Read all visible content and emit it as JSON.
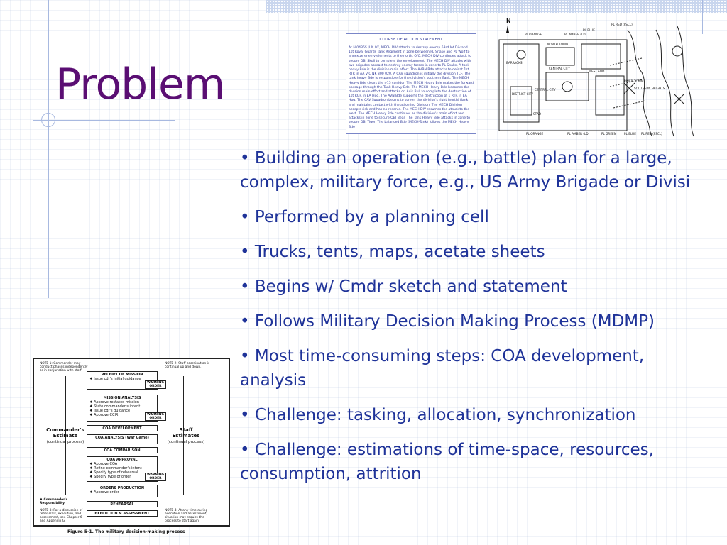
{
  "slide": {
    "title": "Problem",
    "accent_color": "#5a0e73",
    "text_color": "#1f3399"
  },
  "bullets": [
    {
      "lines": [
        "• Building an operation (e.g., battle) plan for a large,",
        "complex, military force, e.g., US Army Brigade or Divisi"
      ]
    },
    {
      "lines": [
        "• Performed by a planning cell"
      ]
    },
    {
      "lines": [
        "• Trucks, tents, maps, acetate sheets"
      ]
    },
    {
      "lines": [
        "• Begins w/ Cmdr sketch and statement"
      ]
    },
    {
      "lines": [
        "• Follows Military Decision Making Process (MDMP)"
      ]
    },
    {
      "lines": [
        "• Most time-consuming steps: COA development,",
        "analysis"
      ]
    },
    {
      "lines": [
        "• Challenge: tasking, allocation, synchronization"
      ]
    },
    {
      "lines": [
        "• Challenge: estimations of time-space, resources,",
        "consumption, attrition"
      ]
    }
  ],
  "coa_statement": {
    "title": "COURSE OF ACTION STATEMENT",
    "body": "At H 0435S JUN 9X, MECH DIV attacks to destroy enemy 63rd Inf Div and 1st Royal Guards Tank Regiment in zone between PL Snake and PL Wolf to annexize enemy elements to the north. O/O, MECH DIV continues attack to secure OBJ Skull to complete the envelopment. The MECH DIV attacks with two brigades abreast to destroy enemy forces in zone to PL Snake. A tank heavy Bde is the division main effort. The AVBN Bde attacks to defeat 1st RTR in AA VIC NK 300 020. A CAV squadron is initially the division TCF. The tank heavy Bde is responsible for the division's southern flank. The MECH Heavy Bde clears the r-15 corridor. The MECH Heavy Bde makes the forward passage through the Tank Heavy Bde. The MECH Heavy Bde becomes the division main effort and attacks on Axis Bull to complete the destruction of 1st RGR in EA Hog. The AVN Bde supports the destruction of 1 RTR in EA Hog. The CAV Squadron begins to screen the division's right (north) flank and maintains contact with the adjoining Division. The MECH Division accepts risk and has no reserve. The MECH DIV resumes the attack to the west. The MECH Heavy Bde continues as the division's main effort and attacks in zone to secure OBJ Bear. The Tank Heavy Bde attacks in zone to secure OBJ Tiger. The balanced Bde (MECH-Tank) follows the MECH Heavy Bde"
  },
  "map_sketch": {
    "north_label": "N",
    "labels": [
      "PL ORANGE",
      "PL AMBER (LD)",
      "PL BLUE",
      "PL RED (FSCL)",
      "NORTH TOWN",
      "BARRACKS",
      "WEST END",
      "CENTRAL CITY",
      "CENTRAL CITY",
      "DISTRICT CITY",
      "RIVER TOWN",
      "SOUTHERN HEIGHTS",
      "STAD",
      "PL ORANGE",
      "PL AMBER (LD)",
      "PL GREEN",
      "PL BLUE",
      "PL RED (FSCL)"
    ]
  },
  "mdmp_figure": {
    "note1": "NOTE 1: Commander may conduct phases independently or in conjunction with staff.",
    "note2": "NOTE 2: Staff coordination is continual up and down.",
    "note3": "NOTE 3: For a discussion of rehearsals, execution, and assessment, see Chapter 6 and Appendix G.",
    "note4": "NOTE 4: At any time during execution and assessment, situation may require the process to start again.",
    "left_title": "Commander's Estimate",
    "left_sub": "(continual process)",
    "right_title": "Staff Estimates",
    "right_sub": "(continual process)",
    "responsibility": "♦ Commander's Responsibility",
    "warning": "WARNING ORDER",
    "steps": [
      {
        "title": "RECEIPT OF MISSION",
        "items": [
          "♦ Issue cdr's initial guidance"
        ]
      },
      {
        "title": "MISSION ANALYSIS",
        "items": [
          "♦ Approve restated mission",
          "♦ State commander's intent",
          "♦ Issue cdr's guidance",
          "♦ Approve CCIR"
        ]
      },
      {
        "title": "COA DEVELOPMENT",
        "items": []
      },
      {
        "title": "COA ANALYSIS (War Game)",
        "items": []
      },
      {
        "title": "COA COMPARISON",
        "items": []
      },
      {
        "title": "COA APPROVAL",
        "items": [
          "♦ Approve COA",
          "♦ Refine commander's intent",
          "♦ Specify type of rehearsal",
          "♦ Specify type of order"
        ]
      },
      {
        "title": "ORDERS PRODUCTION",
        "items": [
          "♦ Approve order"
        ]
      },
      {
        "title": "REHEARSAL",
        "items": []
      },
      {
        "title": "EXECUTION & ASSESSMENT",
        "items": []
      }
    ],
    "caption": "Figure 5-1.  The military decision-making process"
  }
}
